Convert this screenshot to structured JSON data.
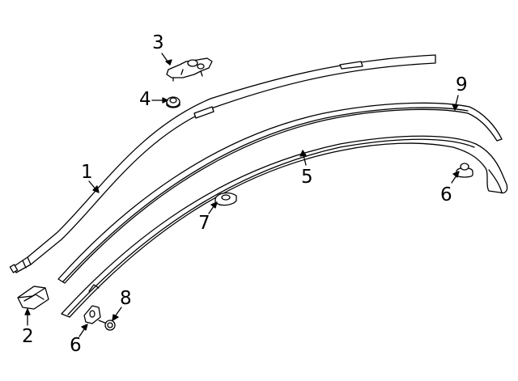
{
  "callouts": {
    "c1": "1",
    "c2": "2",
    "c3": "3",
    "c4": "4",
    "c5": "5",
    "c6a": "6",
    "c6b": "6",
    "c7": "7",
    "c8": "8",
    "c9": "9"
  }
}
